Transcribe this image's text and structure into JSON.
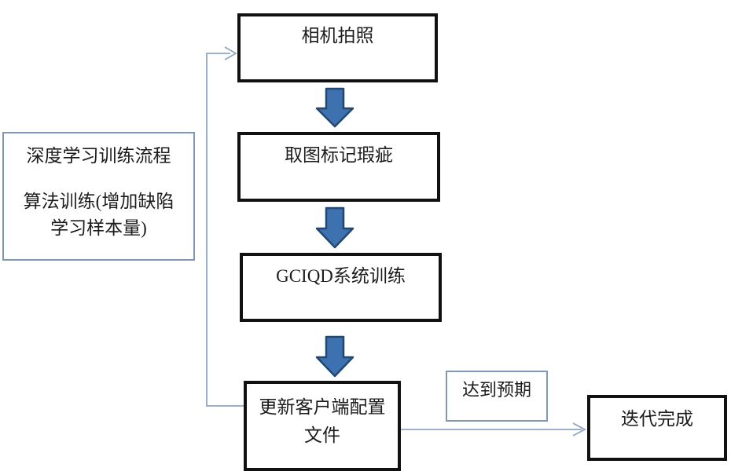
{
  "diagram": {
    "info_box": {
      "line1": "深度学习训练流程",
      "line2": "算法训练(增加缺陷",
      "line3": "学习样本量)"
    },
    "nodes": {
      "camera": "相机拍照",
      "mark": "取图标记瑕疵",
      "train": "GCIQD系统训练",
      "update_line1": "更新客户端配置",
      "update_line2": "文件",
      "done": "迭代完成"
    },
    "edge_label": "达到预期"
  },
  "colors": {
    "box_border": "#111111",
    "accent_border": "#7f96b6",
    "connector": "#8fa5c3",
    "arrow_fill": "#3e71b0",
    "arrow_stroke": "#24476e"
  }
}
